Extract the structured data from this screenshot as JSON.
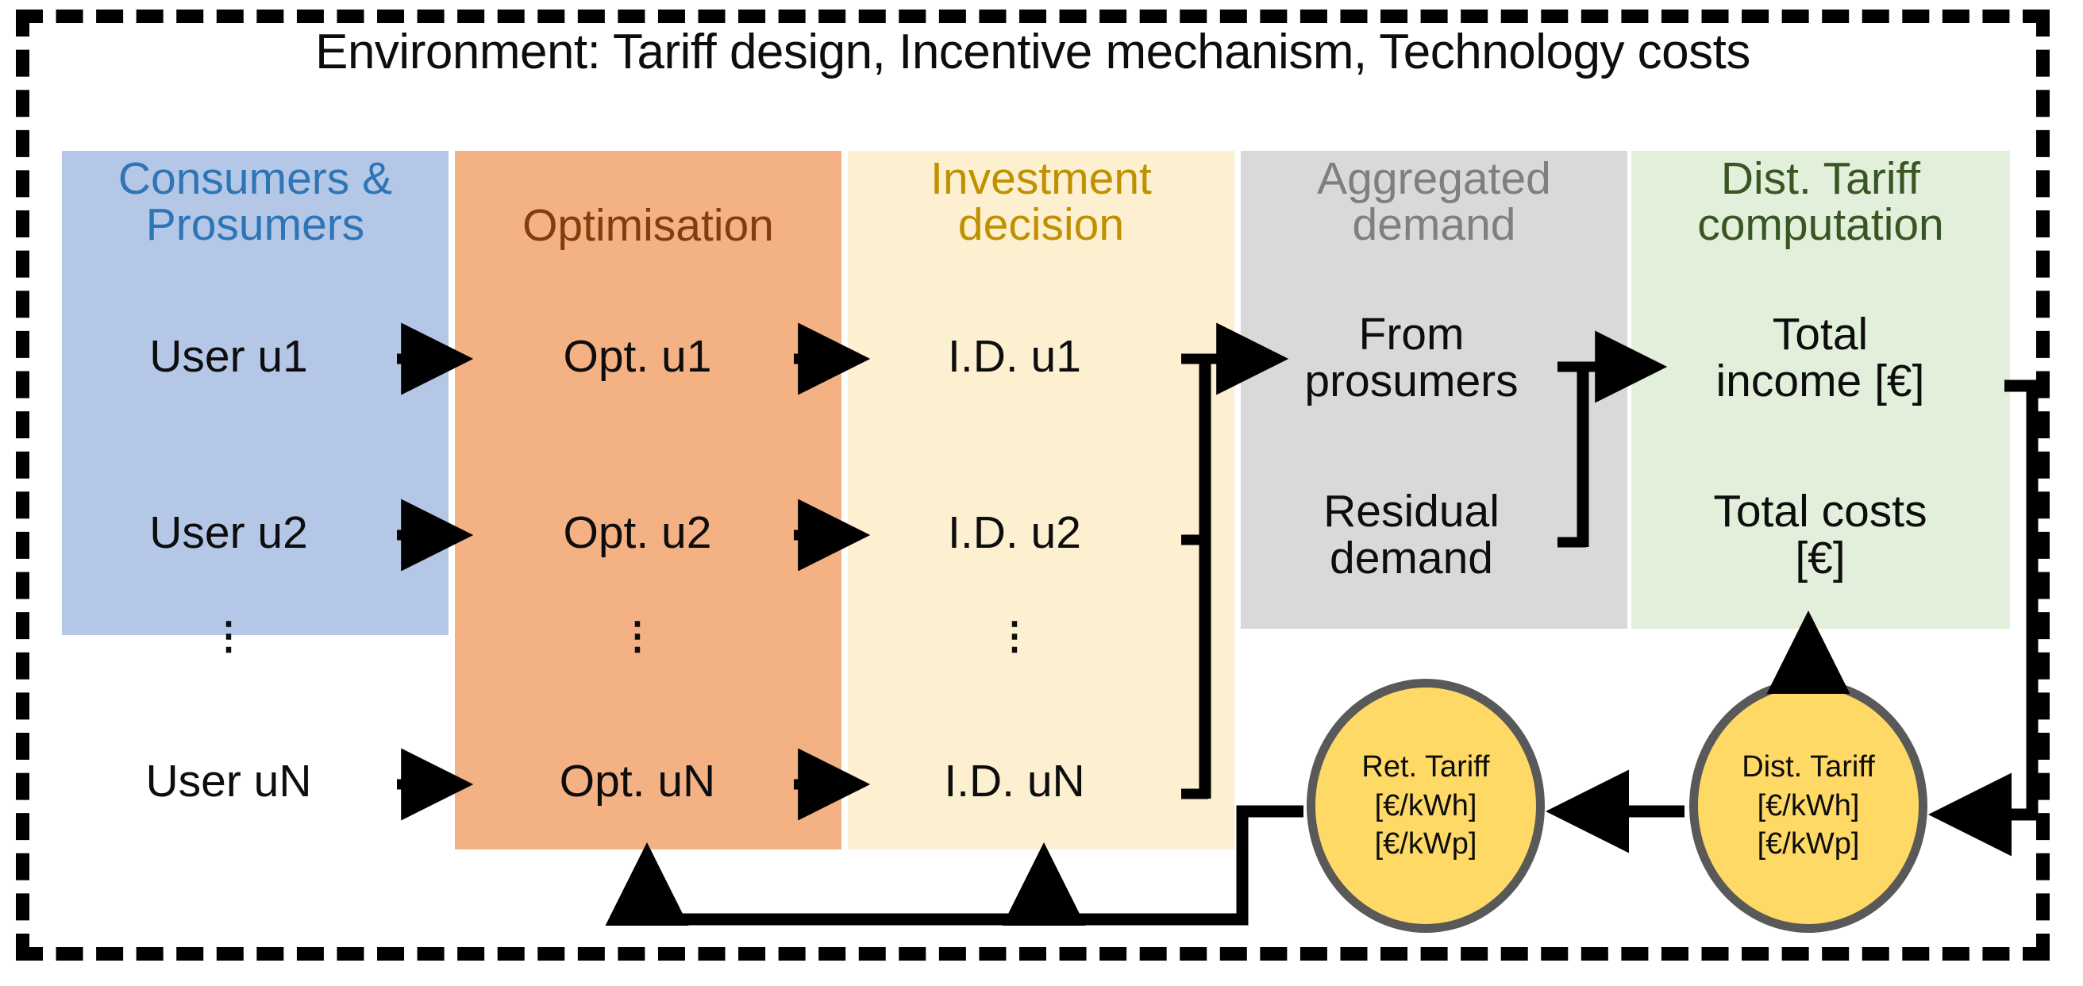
{
  "environment": {
    "title": "Environment: Tariff design, Incentive mechanism, Technology costs",
    "frame_style": "dashed-black"
  },
  "colors": {
    "consumers_bg": "#b4c7e7",
    "consumers_fg": "#2e75b6",
    "optimisation_bg": "#f4b183",
    "optimisation_fg": "#843c0c",
    "investment_bg": "#fdf0d0",
    "investment_fg": "#bf9000",
    "aggregated_bg": "#d9d9d9",
    "aggregated_fg": "#7f7f7f",
    "tariff_bg": "#e2efda",
    "tariff_fg": "#375623",
    "circle_fill": "#ffd966",
    "circle_stroke": "#595959",
    "arrow": "#000000",
    "body_text": "#0d0d0d"
  },
  "columns": [
    {
      "id": "consumers",
      "header": "Consumers &\nProsumers",
      "cells": [
        "User u1",
        "User u2",
        "User uN"
      ],
      "ellipsis": "⋮"
    },
    {
      "id": "optimisation",
      "header": "Optimisation",
      "cells": [
        "Opt. u1",
        "Opt. u2",
        "Opt. uN"
      ],
      "ellipsis": "⋮"
    },
    {
      "id": "investment",
      "header": "Investment\ndecision",
      "cells": [
        "I.D. u1",
        "I.D. u2",
        "I.D. uN"
      ],
      "ellipsis": "⋮"
    },
    {
      "id": "aggregated",
      "header": "Aggregated\ndemand",
      "cells": [
        "From\nprosumers",
        "Residual\ndemand"
      ],
      "ellipsis": ""
    },
    {
      "id": "tariff",
      "header": "Dist. Tariff\ncomputation",
      "cells": [
        "Total\nincome [€]",
        "Total costs\n[€]"
      ],
      "ellipsis": ""
    }
  ],
  "circles": [
    {
      "id": "retail-tariff",
      "label": "Ret. Tariff\n[€/kWh]\n[€/kWp]"
    },
    {
      "id": "distribution-tariff",
      "label": "Dist. Tariff\n[€/kWh]\n[€/kWp]"
    }
  ],
  "connectors": {
    "user_to_opt": "arrow-right",
    "opt_to_id": "arrow-right",
    "id_bracket_to_aggregated": "bracket-arrow-right",
    "aggregated_bracket_to_income": "bracket-arrow-right",
    "income_loop_to_dist_tariff": "feedback-arrow-left",
    "dist_to_ret_tariff": "arrow-left",
    "dist_tariff_up_to_costs": "arrow-up",
    "ret_tariff_feedback_to_opt": "arrow-up",
    "ret_tariff_feedback_to_id": "arrow-up"
  }
}
